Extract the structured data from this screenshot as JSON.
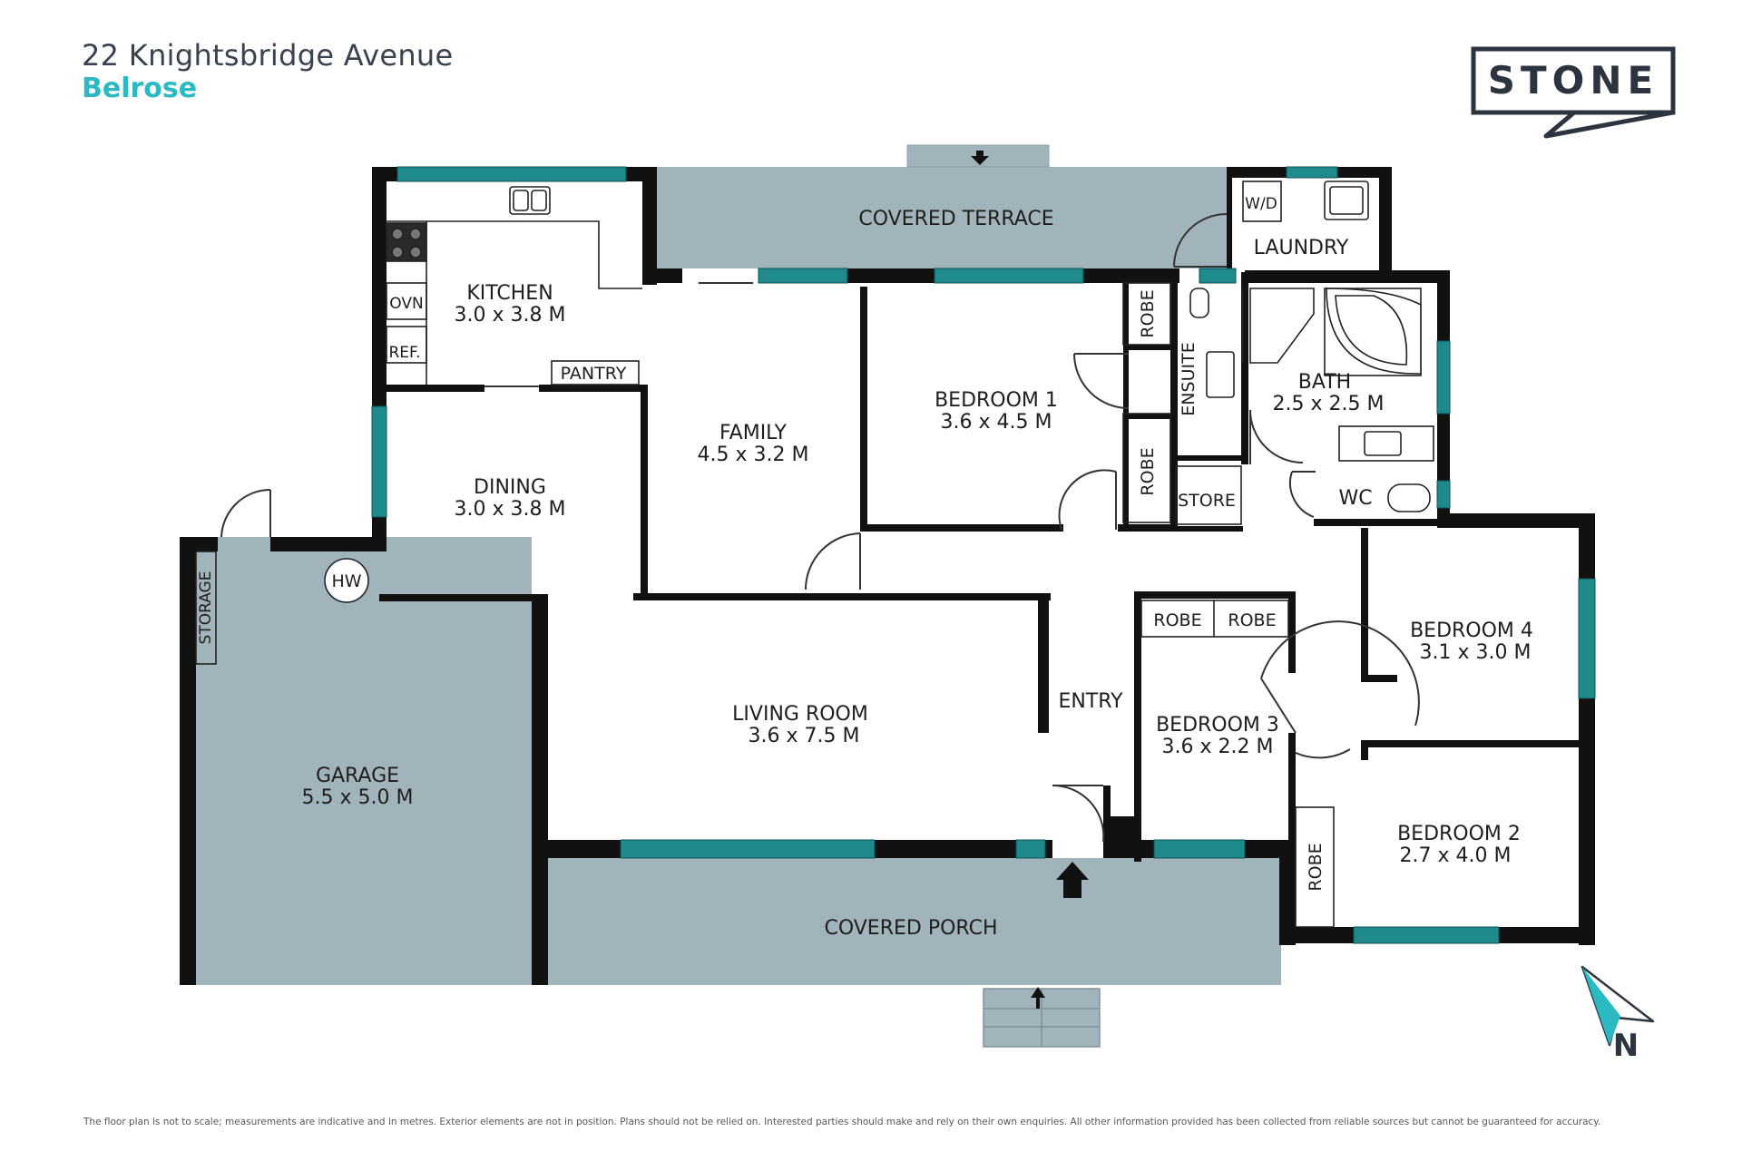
{
  "listing": {
    "street": "22 Knightsbridge Avenue",
    "suburb": "Belrose",
    "brand": "STONE"
  },
  "rooms": {
    "covered_terrace": "COVERED TERRACE",
    "laundry": "LAUNDRY",
    "wd": "W/D",
    "kitchen": {
      "name": "KITCHEN",
      "size": "3.0 x 3.8 M"
    },
    "ovn": "OVN",
    "ref": "REF.",
    "pantry": "PANTRY",
    "family": {
      "name": "FAMILY",
      "size": "4.5 x 3.2 M"
    },
    "bedroom1": {
      "name": "BEDROOM 1",
      "size": "3.6 x 4.5 M"
    },
    "ensuite": "ENSUITE",
    "robe": "ROBE",
    "store": "STORE",
    "bath": {
      "name": "BATH",
      "size": "2.5 x 2.5 M"
    },
    "wc": "WC",
    "dining": {
      "name": "DINING",
      "size": "3.0 x 3.8 M"
    },
    "hw": "HW",
    "storage": "STORAGE",
    "garage": {
      "name": "GARAGE",
      "size": "5.5 x 5.0 M"
    },
    "living": {
      "name": "LIVING ROOM",
      "size": "3.6 x 7.5 M"
    },
    "entry": "ENTRY",
    "bedroom3": {
      "name": "BEDROOM 3",
      "size": "3.6 x 2.2 M"
    },
    "bedroom4": {
      "name": "BEDROOM 4",
      "size": "3.1 x 3.0 M"
    },
    "bedroom2": {
      "name": "BEDROOM 2",
      "size": "2.7 x 4.0 M"
    },
    "covered_porch": "COVERED PORCH"
  },
  "compass": "N",
  "disclaimer": "The floor plan is not to scale; measurements are indicative and in metres. Exterior elements are not in position. Plans should not be relied on. Interested parties should make and rely on their own enquiries. All other information provided has been collected from reliable sources but cannot be guaranteed for accuracy.",
  "colors": {
    "wall": "#111111",
    "window": "#1f8a8c",
    "outdoor": "#a2b4bb",
    "accent": "#2bb9c3",
    "text": "#3a4250"
  }
}
